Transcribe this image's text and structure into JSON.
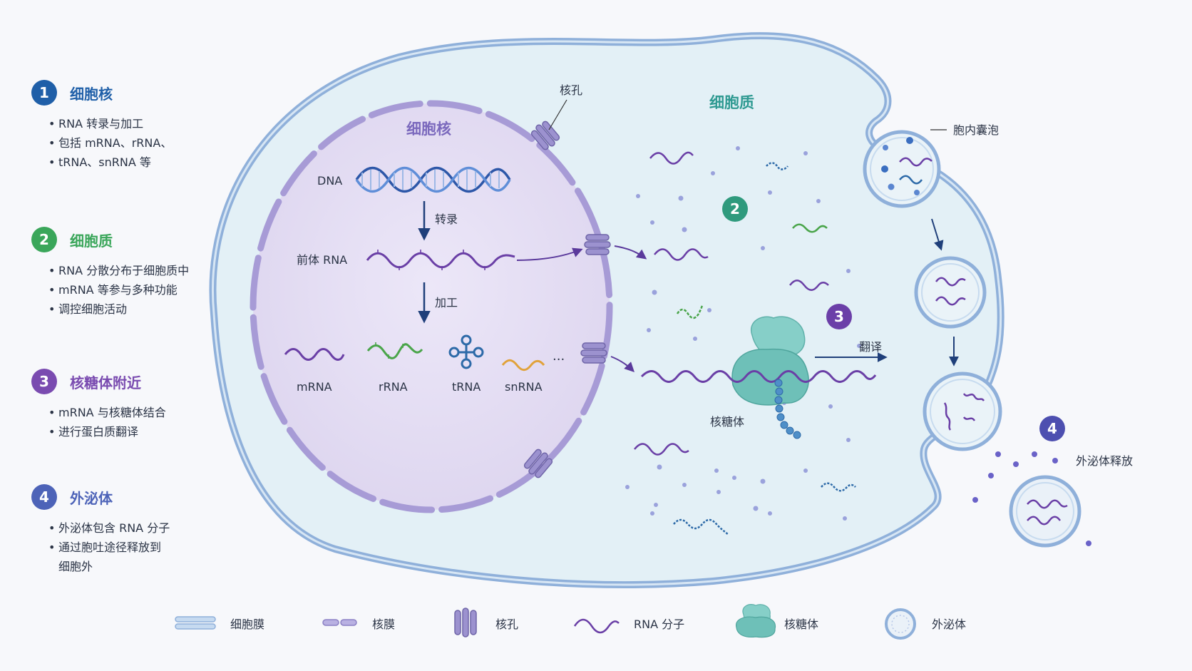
{
  "sidebar": {
    "sections": [
      {
        "num": "1",
        "title": "细胞核",
        "color": "#1f5fa8",
        "items": [
          "RNA 转录与加工",
          "包括 mRNA、rRNA、",
          "tRNA、snRNA 等"
        ]
      },
      {
        "num": "2",
        "title": "细胞质",
        "color": "#3aa65a",
        "items": [
          "RNA 分散分布于细胞质中",
          "mRNA 等参与多种功能",
          "调控细胞活动"
        ]
      },
      {
        "num": "3",
        "title": "核糖体附近",
        "color": "#7a4bb0",
        "items": [
          "mRNA 与核糖体结合",
          "进行蛋白质翻译"
        ]
      },
      {
        "num": "4",
        "title": "外泌体",
        "color": "#4d63b8",
        "items": [
          "外泌体包含 RNA 分子",
          "通过胞吐途径释放到"
        ],
        "continuation": "细胞外"
      }
    ]
  },
  "diagram": {
    "nucleus_label": "细胞核",
    "cytoplasm_label": "细胞质",
    "nuclear_pore_label": "核孔",
    "endosome_label": "胞内囊泡",
    "dna_label": "DNA",
    "transcription_label": "转录",
    "pre_rna_label": "前体 RNA",
    "processing_label": "加工",
    "rna_types": [
      "mRNA",
      "rRNA",
      "tRNA",
      "snRNA"
    ],
    "ellipsis": "···",
    "ribosome_label": "核糖体",
    "translation_label": "翻译",
    "exosome_release_label": "外泌体释放",
    "badges": [
      "2",
      "3",
      "4"
    ]
  },
  "legend": {
    "items": [
      "细胞膜",
      "核膜",
      "核孔",
      "RNA 分子",
      "核糖体",
      "外泌体"
    ]
  },
  "colors": {
    "membrane": "#8fb0da",
    "cytoplasm": "#e4f1f6",
    "nucleus": "#e6e0f4",
    "nuclear_envelope": "#a79bd6",
    "rna_purple": "#6a3fa6",
    "rna_green": "#4aa54a",
    "rna_blue": "#2d6aa8",
    "rna_orange": "#e1a23a",
    "ribosome": "#7ec7c0",
    "badge_green": "#2f9a7d",
    "badge_purple": "#6b3fa8",
    "badge_indigo": "#4d4fb0"
  }
}
